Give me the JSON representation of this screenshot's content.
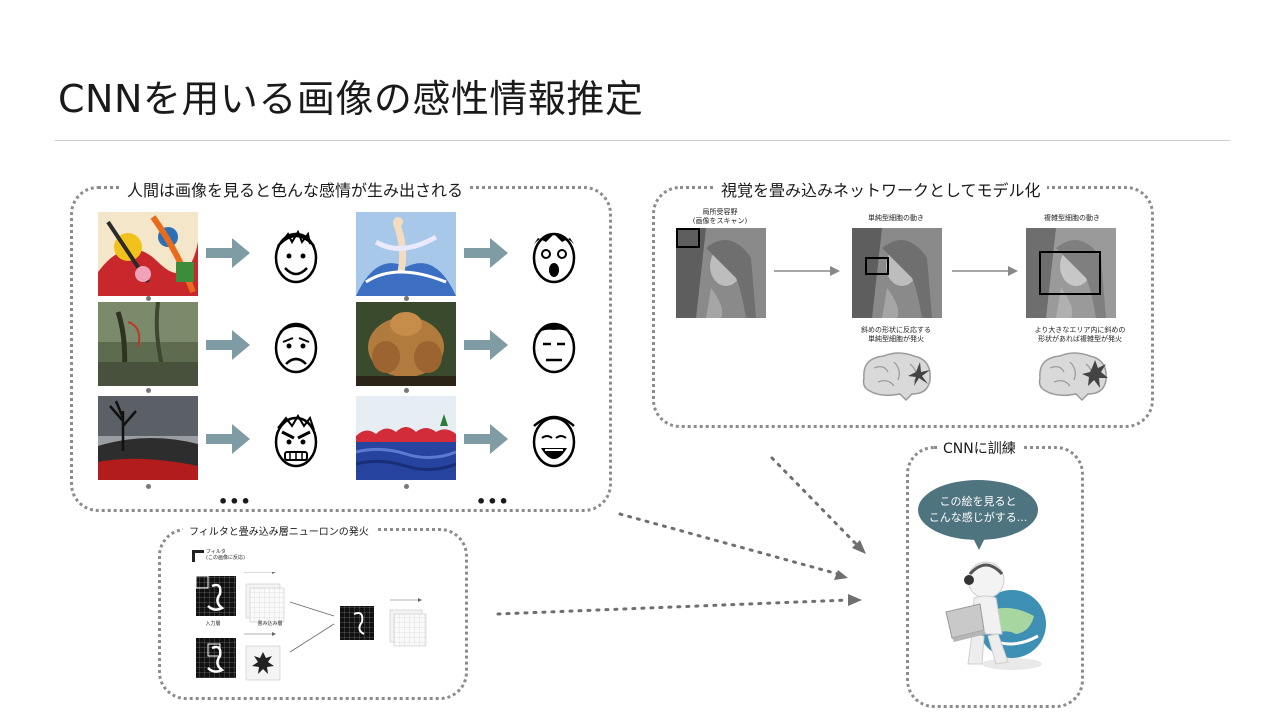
{
  "slide": {
    "title": "CNNを用いる画像の感性情報推定"
  },
  "panel_human": {
    "label": "人間は画像を見ると色んな感情が生み出される",
    "ellipsis": "•••"
  },
  "panel_vision": {
    "label": "視覚を畳み込みネットワークとしてモデル化",
    "receptive_caption_1": "局所受容野",
    "receptive_caption_2": "(画像をスキャン)",
    "simple_cell_caption": "単純型細胞の動き",
    "complex_cell_caption": "複雑型細胞の動き",
    "simple_fire_1": "斜めの形状に反応する",
    "simple_fire_2": "単純型細胞が発火",
    "complex_fire_1": "より大きなエリア内に斜めの",
    "complex_fire_2": "形状があれば複雑型が発火"
  },
  "panel_filter": {
    "label": "フィルタと畳み込み層ニューロンの発火",
    "legend_1": "フィルタ",
    "legend_2": "(この画像に反応)",
    "input_label": "入力層",
    "conv_label": "畳み込み層"
  },
  "panel_cnn": {
    "label": "CNNに訓練",
    "bubble_line_1": "この絵を見ると",
    "bubble_line_2": "こんな感じがする..."
  },
  "colors": {
    "arrow": "#7f9ba3",
    "bubble": "#4e7480",
    "dotted_border": "#8c8c8c"
  }
}
